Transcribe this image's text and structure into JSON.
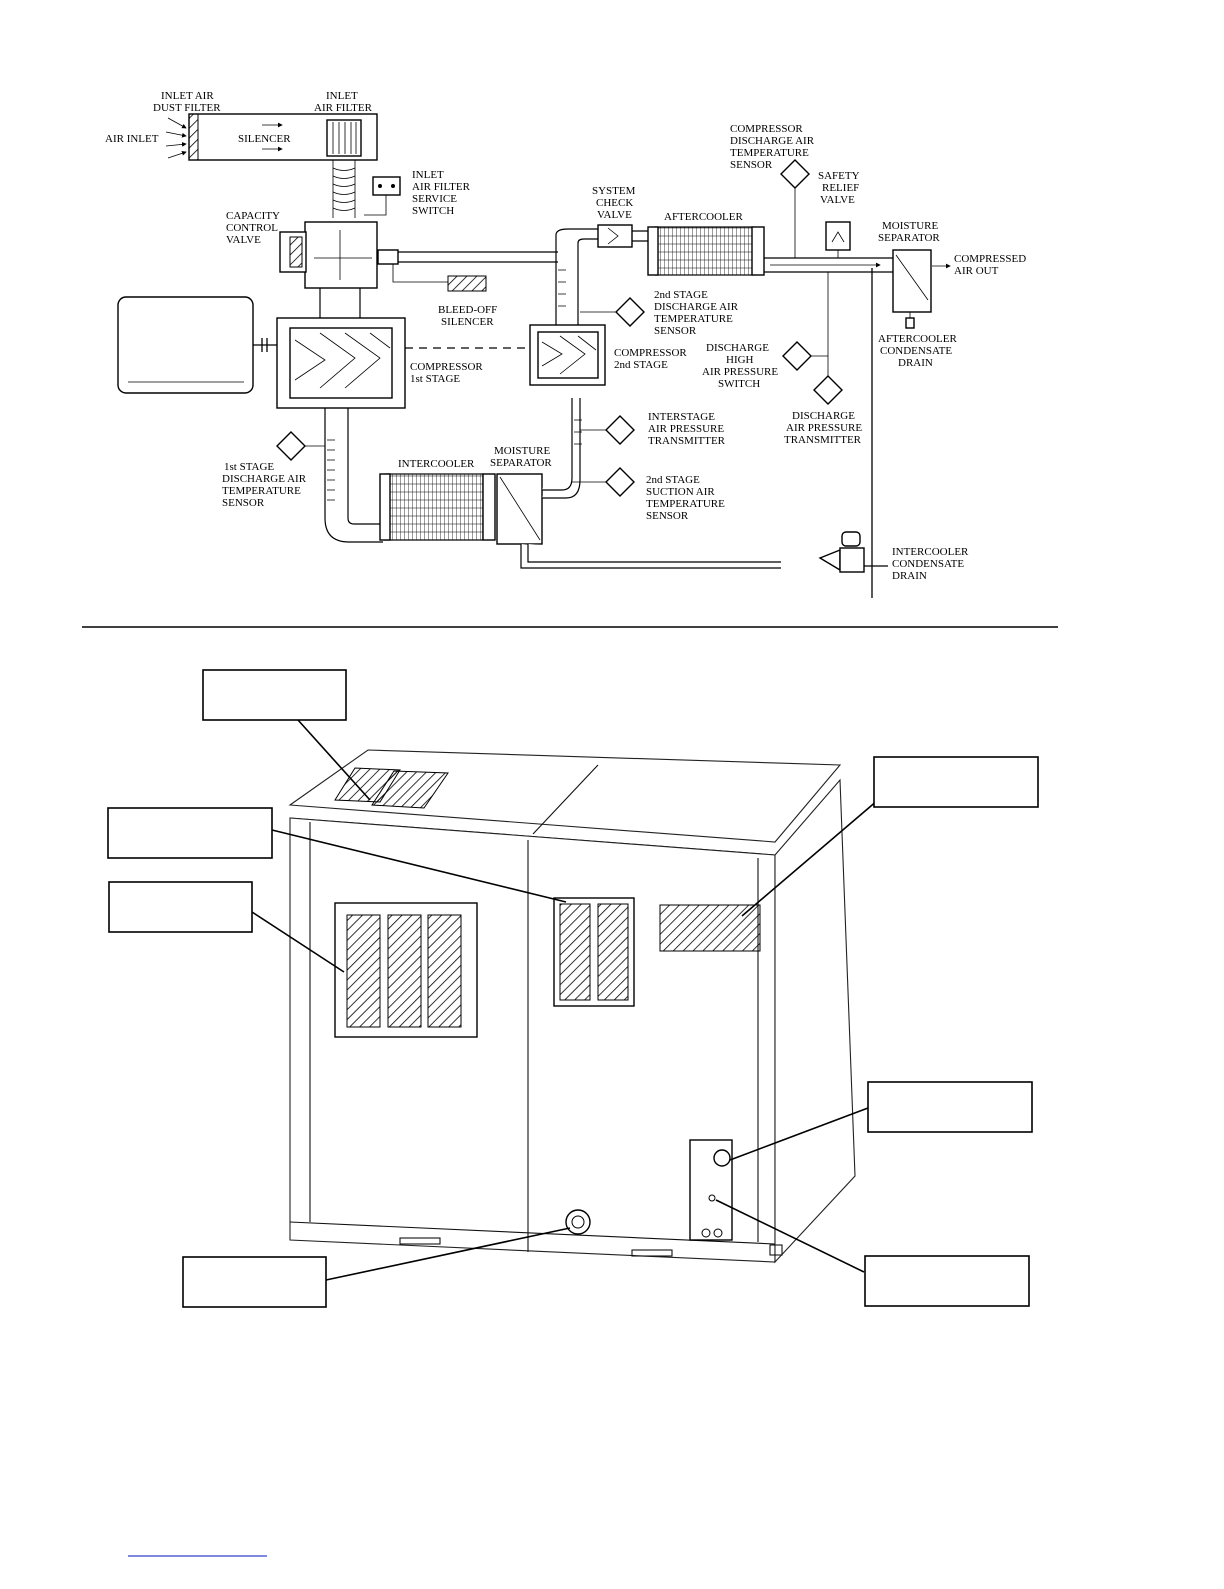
{
  "schematic": {
    "labels": {
      "inlet_air_dust_filter": [
        "INLET AIR",
        "DUST FILTER"
      ],
      "inlet_air_filter": [
        "INLET",
        "AIR FILTER"
      ],
      "air_inlet": "AIR INLET",
      "silencer": "SILENCER",
      "inlet_air_filter_service_switch": [
        "INLET",
        "AIR FILTER",
        "SERVICE",
        "SWITCH"
      ],
      "capacity_control_valve": [
        "CAPACITY",
        "CONTROL",
        "VALVE"
      ],
      "bleed_off_silencer": [
        "BLEED-OFF",
        "SILENCER"
      ],
      "compressor_1st_stage": [
        "COMPRESSOR",
        "1st STAGE"
      ],
      "stage1_discharge_sensor": [
        "1st STAGE",
        "DISCHARGE AIR",
        "TEMPERATURE",
        "SENSOR"
      ],
      "intercooler": "INTERCOOLER",
      "moisture_separator_inter": [
        "MOISTURE",
        "SEPARATOR"
      ],
      "system_check_valve": [
        "SYSTEM",
        "CHECK",
        "VALVE"
      ],
      "aftercooler": "AFTERCOOLER",
      "compressor_discharge_sensor": [
        "COMPRESSOR",
        "DISCHARGE AIR",
        "TEMPERATURE",
        "SENSOR"
      ],
      "safety_relief_valve": [
        "SAFETY",
        "RELIEF",
        "VALVE"
      ],
      "moisture_separator_after": [
        "MOISTURE",
        "SEPARATOR"
      ],
      "compressed_air_out": [
        "COMPRESSED",
        "AIR OUT"
      ],
      "stage2_discharge_sensor": [
        "2nd STAGE",
        "DISCHARGE AIR",
        "TEMPERATURE",
        "SENSOR"
      ],
      "compressor_2nd_stage": [
        "COMPRESSOR",
        "2nd STAGE"
      ],
      "discharge_high_pressure_switch": [
        "DISCHARGE",
        "HIGH",
        "AIR PRESSURE",
        "SWITCH"
      ],
      "aftercooler_condensate_drain": [
        "AFTERCOOLER",
        "CONDENSATE",
        "DRAIN"
      ],
      "discharge_pressure_transmitter": [
        "DISCHARGE",
        "AIR PRESSURE",
        "TRANSMITTER"
      ],
      "interstage_pressure_transmitter": [
        "INTERSTAGE",
        "AIR PRESSURE",
        "TRANSMITTER"
      ],
      "stage2_suction_sensor": [
        "2nd STAGE",
        "SUCTION AIR",
        "TEMPERATURE",
        "SENSOR"
      ],
      "intercooler_condensate_drain": [
        "INTERCOOLER",
        "CONDENSATE",
        "DRAIN"
      ]
    }
  },
  "enclosure_view": {
    "callouts": [
      "",
      "",
      "",
      "",
      "",
      "",
      ""
    ]
  }
}
